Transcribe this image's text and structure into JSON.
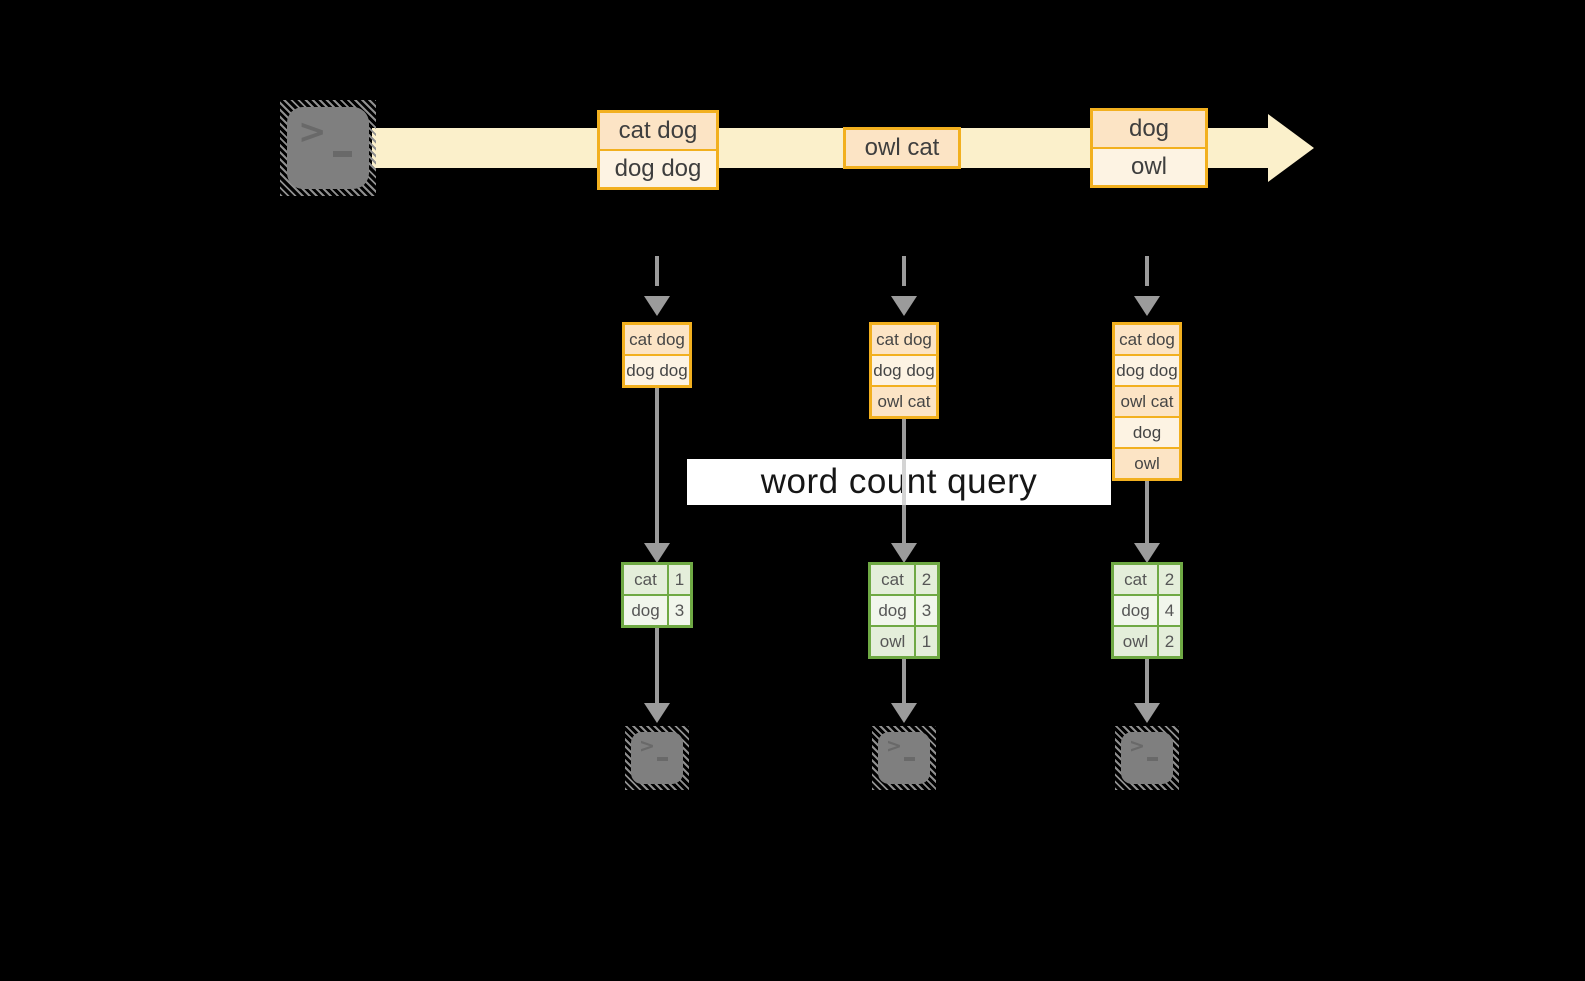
{
  "query_label": "word count query",
  "icons": {
    "prompt_chevron": ">"
  },
  "stream": {
    "groups": [
      {
        "events": [
          "cat dog",
          "dog dog"
        ]
      },
      {
        "events": [
          "owl cat"
        ]
      },
      {
        "events": [
          "dog",
          "owl"
        ]
      }
    ]
  },
  "columns": [
    {
      "buffer": [
        "cat dog",
        "dog dog"
      ],
      "counts": [
        {
          "word": "cat",
          "count": "1"
        },
        {
          "word": "dog",
          "count": "3"
        }
      ]
    },
    {
      "buffer": [
        "cat dog",
        "dog dog",
        "owl cat"
      ],
      "counts": [
        {
          "word": "cat",
          "count": "2"
        },
        {
          "word": "dog",
          "count": "3"
        },
        {
          "word": "owl",
          "count": "1"
        }
      ]
    },
    {
      "buffer": [
        "cat dog",
        "dog dog",
        "owl cat",
        "dog",
        "owl"
      ],
      "counts": [
        {
          "word": "cat",
          "count": "2"
        },
        {
          "word": "dog",
          "count": "4"
        },
        {
          "word": "owl",
          "count": "2"
        }
      ]
    }
  ],
  "colors": {
    "background": "#000000",
    "stream_arrow": "#fbf0cb",
    "box_border_orange": "#f2b01f",
    "box_fill_dark": "#fce4c5",
    "box_fill_light": "#fdf3e3",
    "table_border_green": "#6fa944",
    "table_fill_dark": "#e4eeda",
    "table_fill_light": "#f1f6ec",
    "arrow_gray": "#9b9b9b",
    "terminal_gray": "#7f7f7f",
    "query_band": "#ffffff"
  }
}
